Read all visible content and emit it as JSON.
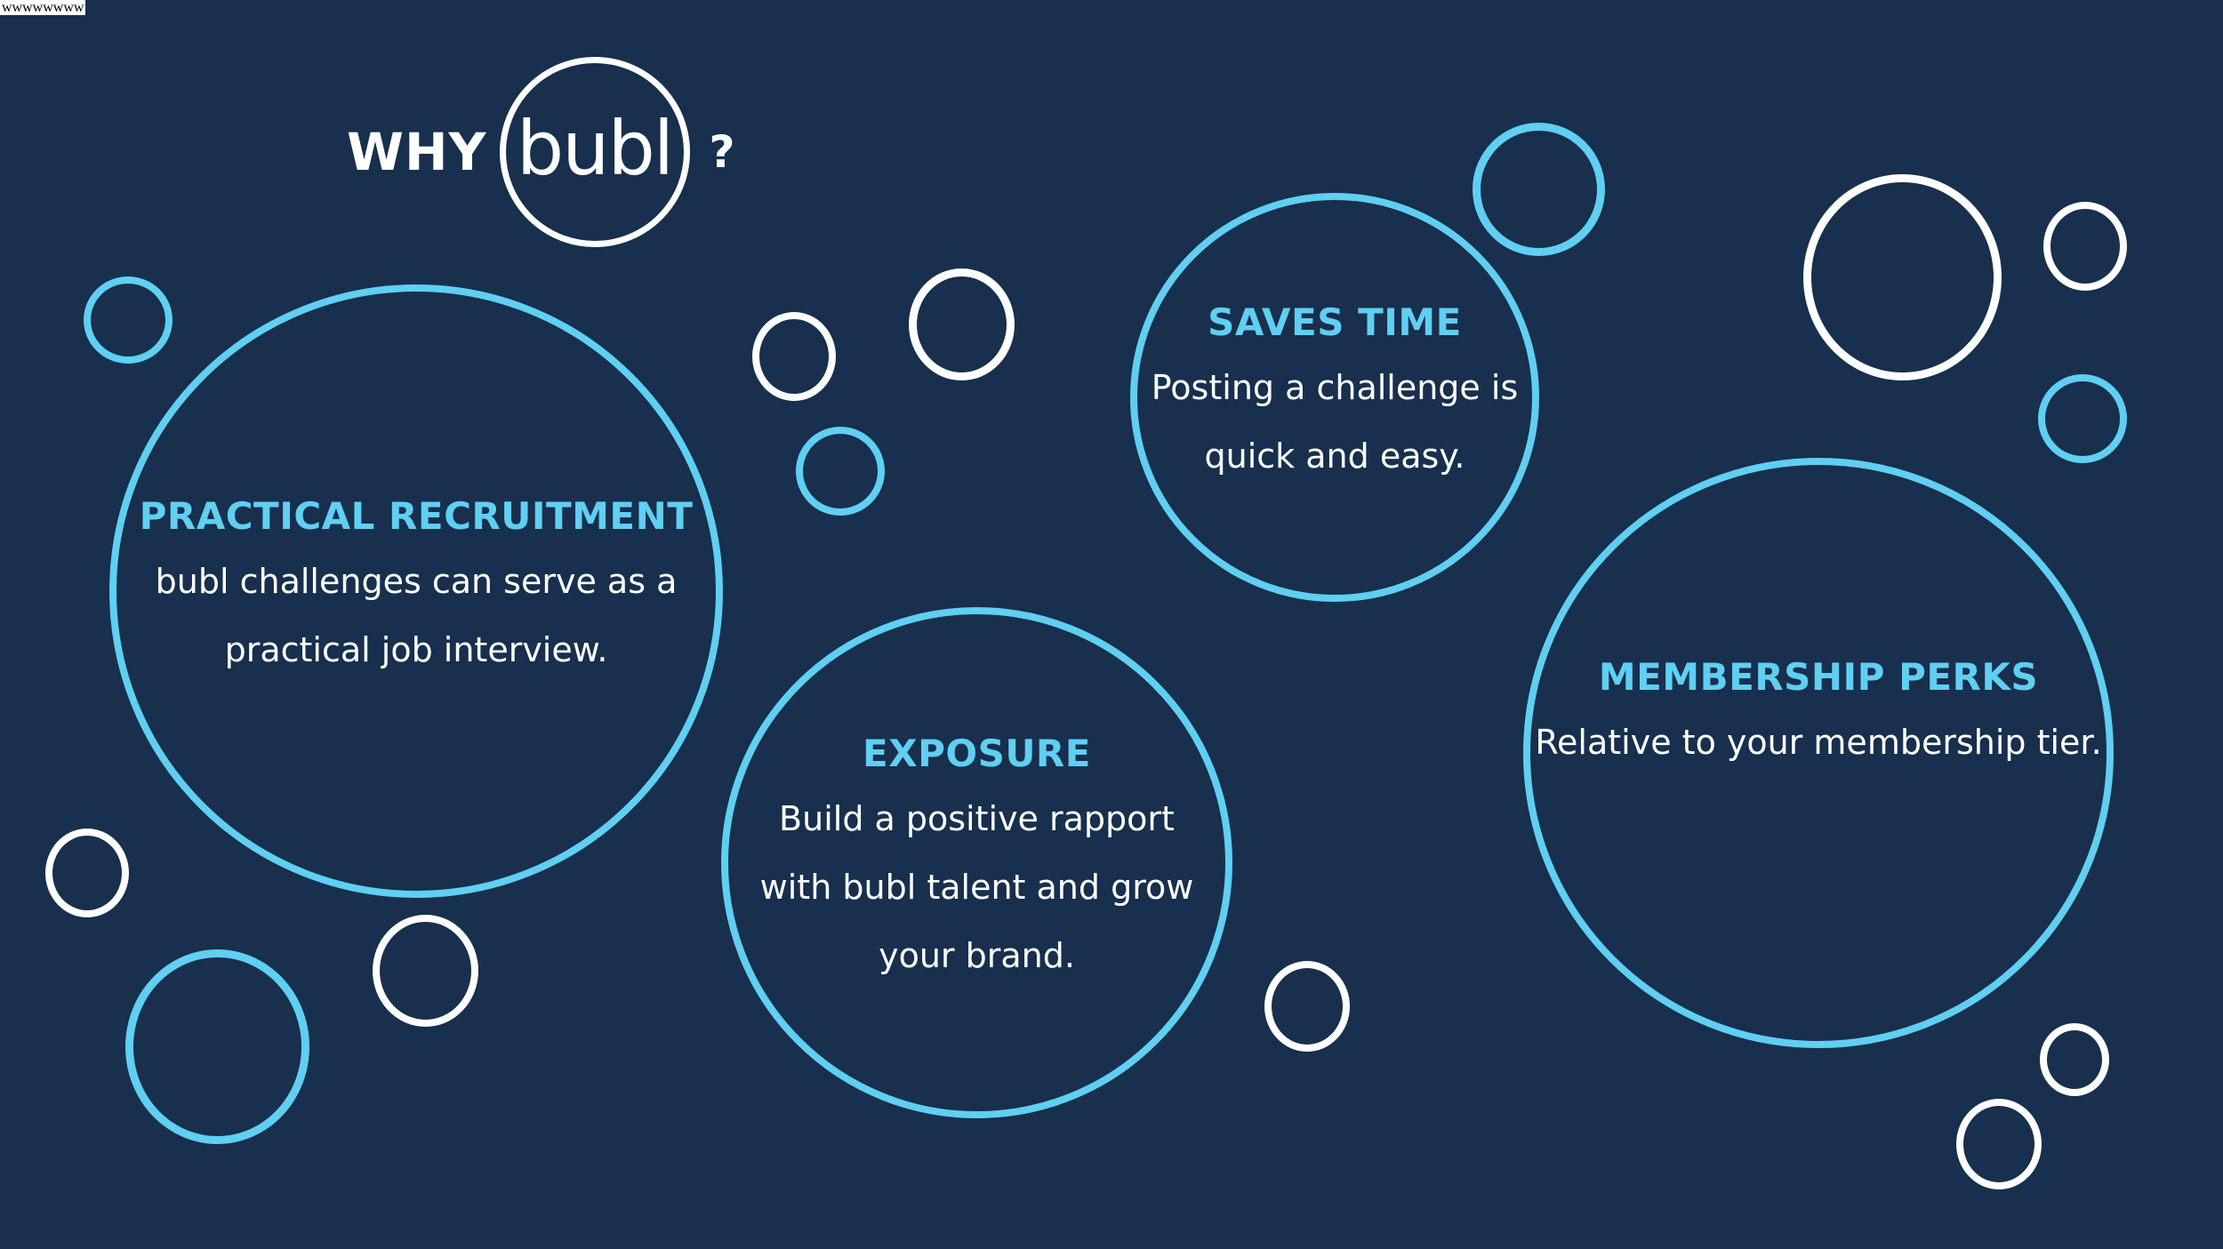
{
  "corner_text": "wwwwwwww",
  "header": {
    "why": "WHY",
    "logo": "bubl",
    "question_mark": "?"
  },
  "features": [
    {
      "title": "PRACTICAL RECRUITMENT",
      "lines": [
        "bubl challenges can serve as a",
        "practical job interview."
      ]
    },
    {
      "title": "SAVES TIME",
      "lines": [
        "Posting a challenge is",
        "quick and easy."
      ]
    },
    {
      "title": "EXPOSURE",
      "lines": [
        "Build a positive rapport",
        "with bubl talent and grow",
        "your brand."
      ]
    },
    {
      "title": "MEMBERSHIP PERKS",
      "lines": [
        "Relative to your membership tier."
      ]
    }
  ],
  "colors": {
    "background": "#182f4d",
    "accent": "#5fcff2",
    "text": "#ffffff"
  }
}
